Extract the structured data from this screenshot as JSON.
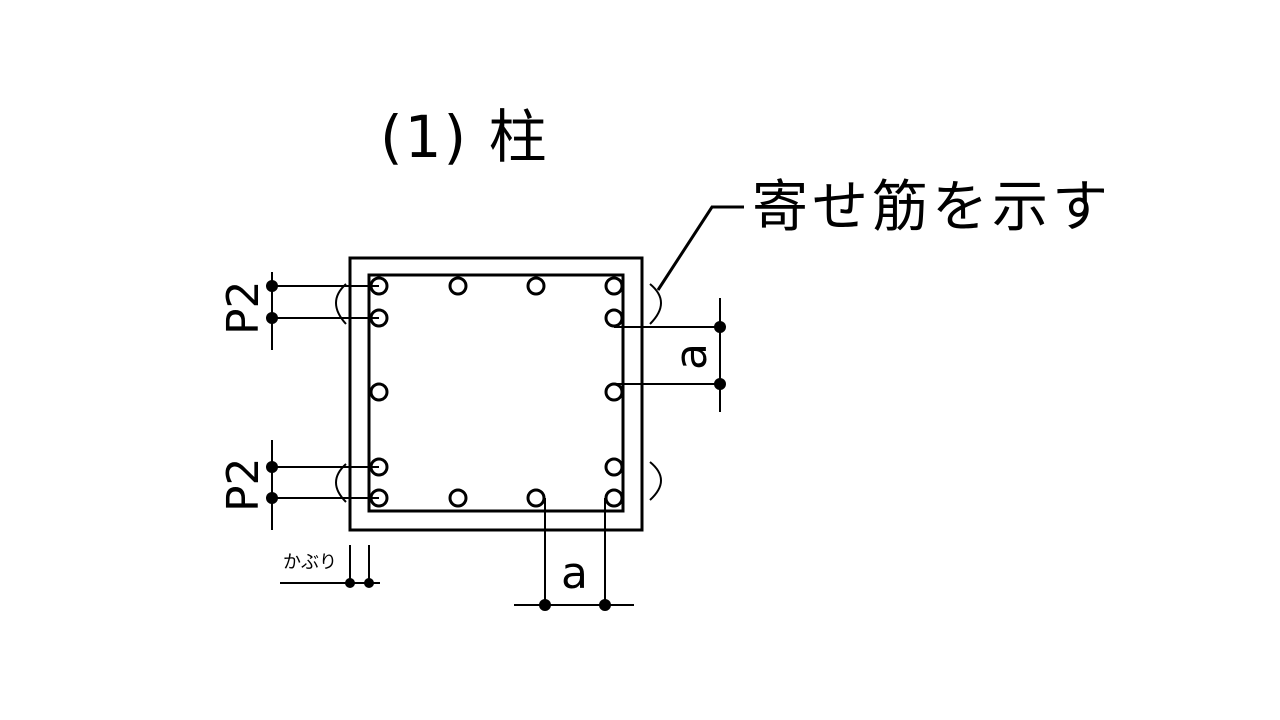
{
  "title": "(1) 柱",
  "callout": "寄せ筋を示す",
  "labels": {
    "pitch_top": "P2",
    "pitch_bottom": "P2",
    "spacing_right": "a",
    "spacing_bottom": "a",
    "cover": "かぶり"
  }
}
